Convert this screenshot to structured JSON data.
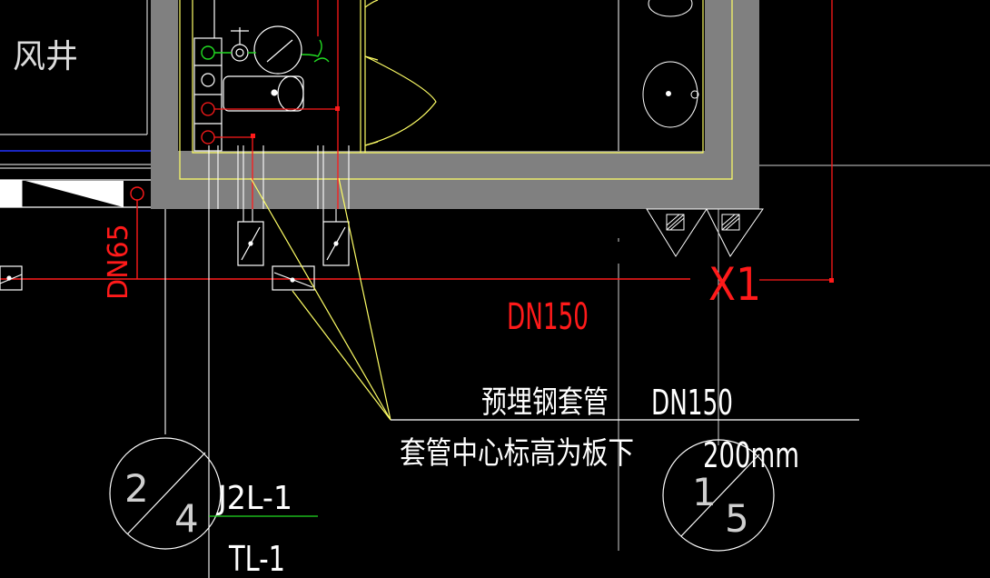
{
  "labels": {
    "shaft": "风井",
    "pipe_dn65": "DN65",
    "pipe_dn150": "DN150",
    "axis_x1": "X1",
    "note_line1_a": "预埋钢套管",
    "note_line1_b": "DN150",
    "note_line2_a": "套管中心标高为板下",
    "note_line2_b": "200mm",
    "riser_j2l": "J2L-1",
    "riser_tl": "TL-1",
    "grid_left_top": "2",
    "grid_left_bottom": "4",
    "grid_right_top": "1",
    "grid_right_bottom": "5"
  },
  "colors": {
    "background": "#000000",
    "wall": "#808080",
    "white": "#ffffff",
    "yellow": "#ffff66",
    "red": "#ff1a1a",
    "green": "#22dd22",
    "blue": "#2233ff",
    "grey_line": "#bfbfbf"
  }
}
